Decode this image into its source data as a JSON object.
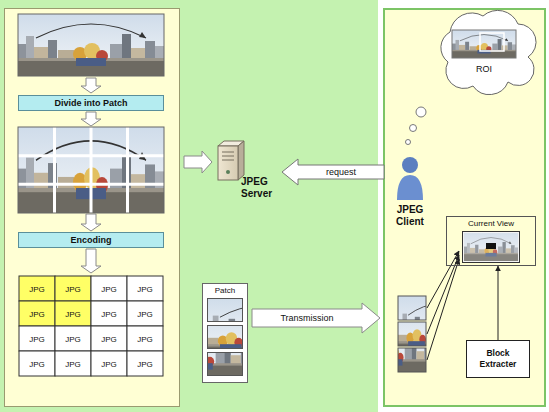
{
  "diagram": {
    "nodes": [
      {
        "text": [
          "Divide into Patch"
        ]
      },
      {
        "text": [
          "Encoding"
        ]
      },
      {
        "text": [
          "JPEG Server"
        ]
      },
      {
        "text": [
          "Patch"
        ]
      },
      {
        "text": [
          "JPEG Client"
        ]
      },
      {
        "text": [
          "ROI"
        ]
      },
      {
        "text": [
          "Current View"
        ]
      },
      {
        "text": [
          "Block Extracter"
        ]
      }
    ],
    "edges": [
      {
        "from": 4,
        "to": 2,
        "label": "request",
        "arrow": "to"
      },
      {
        "from": 7,
        "to": 6,
        "arrow": "to"
      }
    ],
    "labels": [
      "Transmission",
      "JPG",
      "JPG",
      "JPG",
      "JPG",
      "JPG",
      "JPG",
      "JPG",
      "JPG",
      "JPG",
      "JPG",
      "JPG",
      "JPG",
      "JPG",
      "JPG",
      "JPG",
      "JPG"
    ]
  }
}
